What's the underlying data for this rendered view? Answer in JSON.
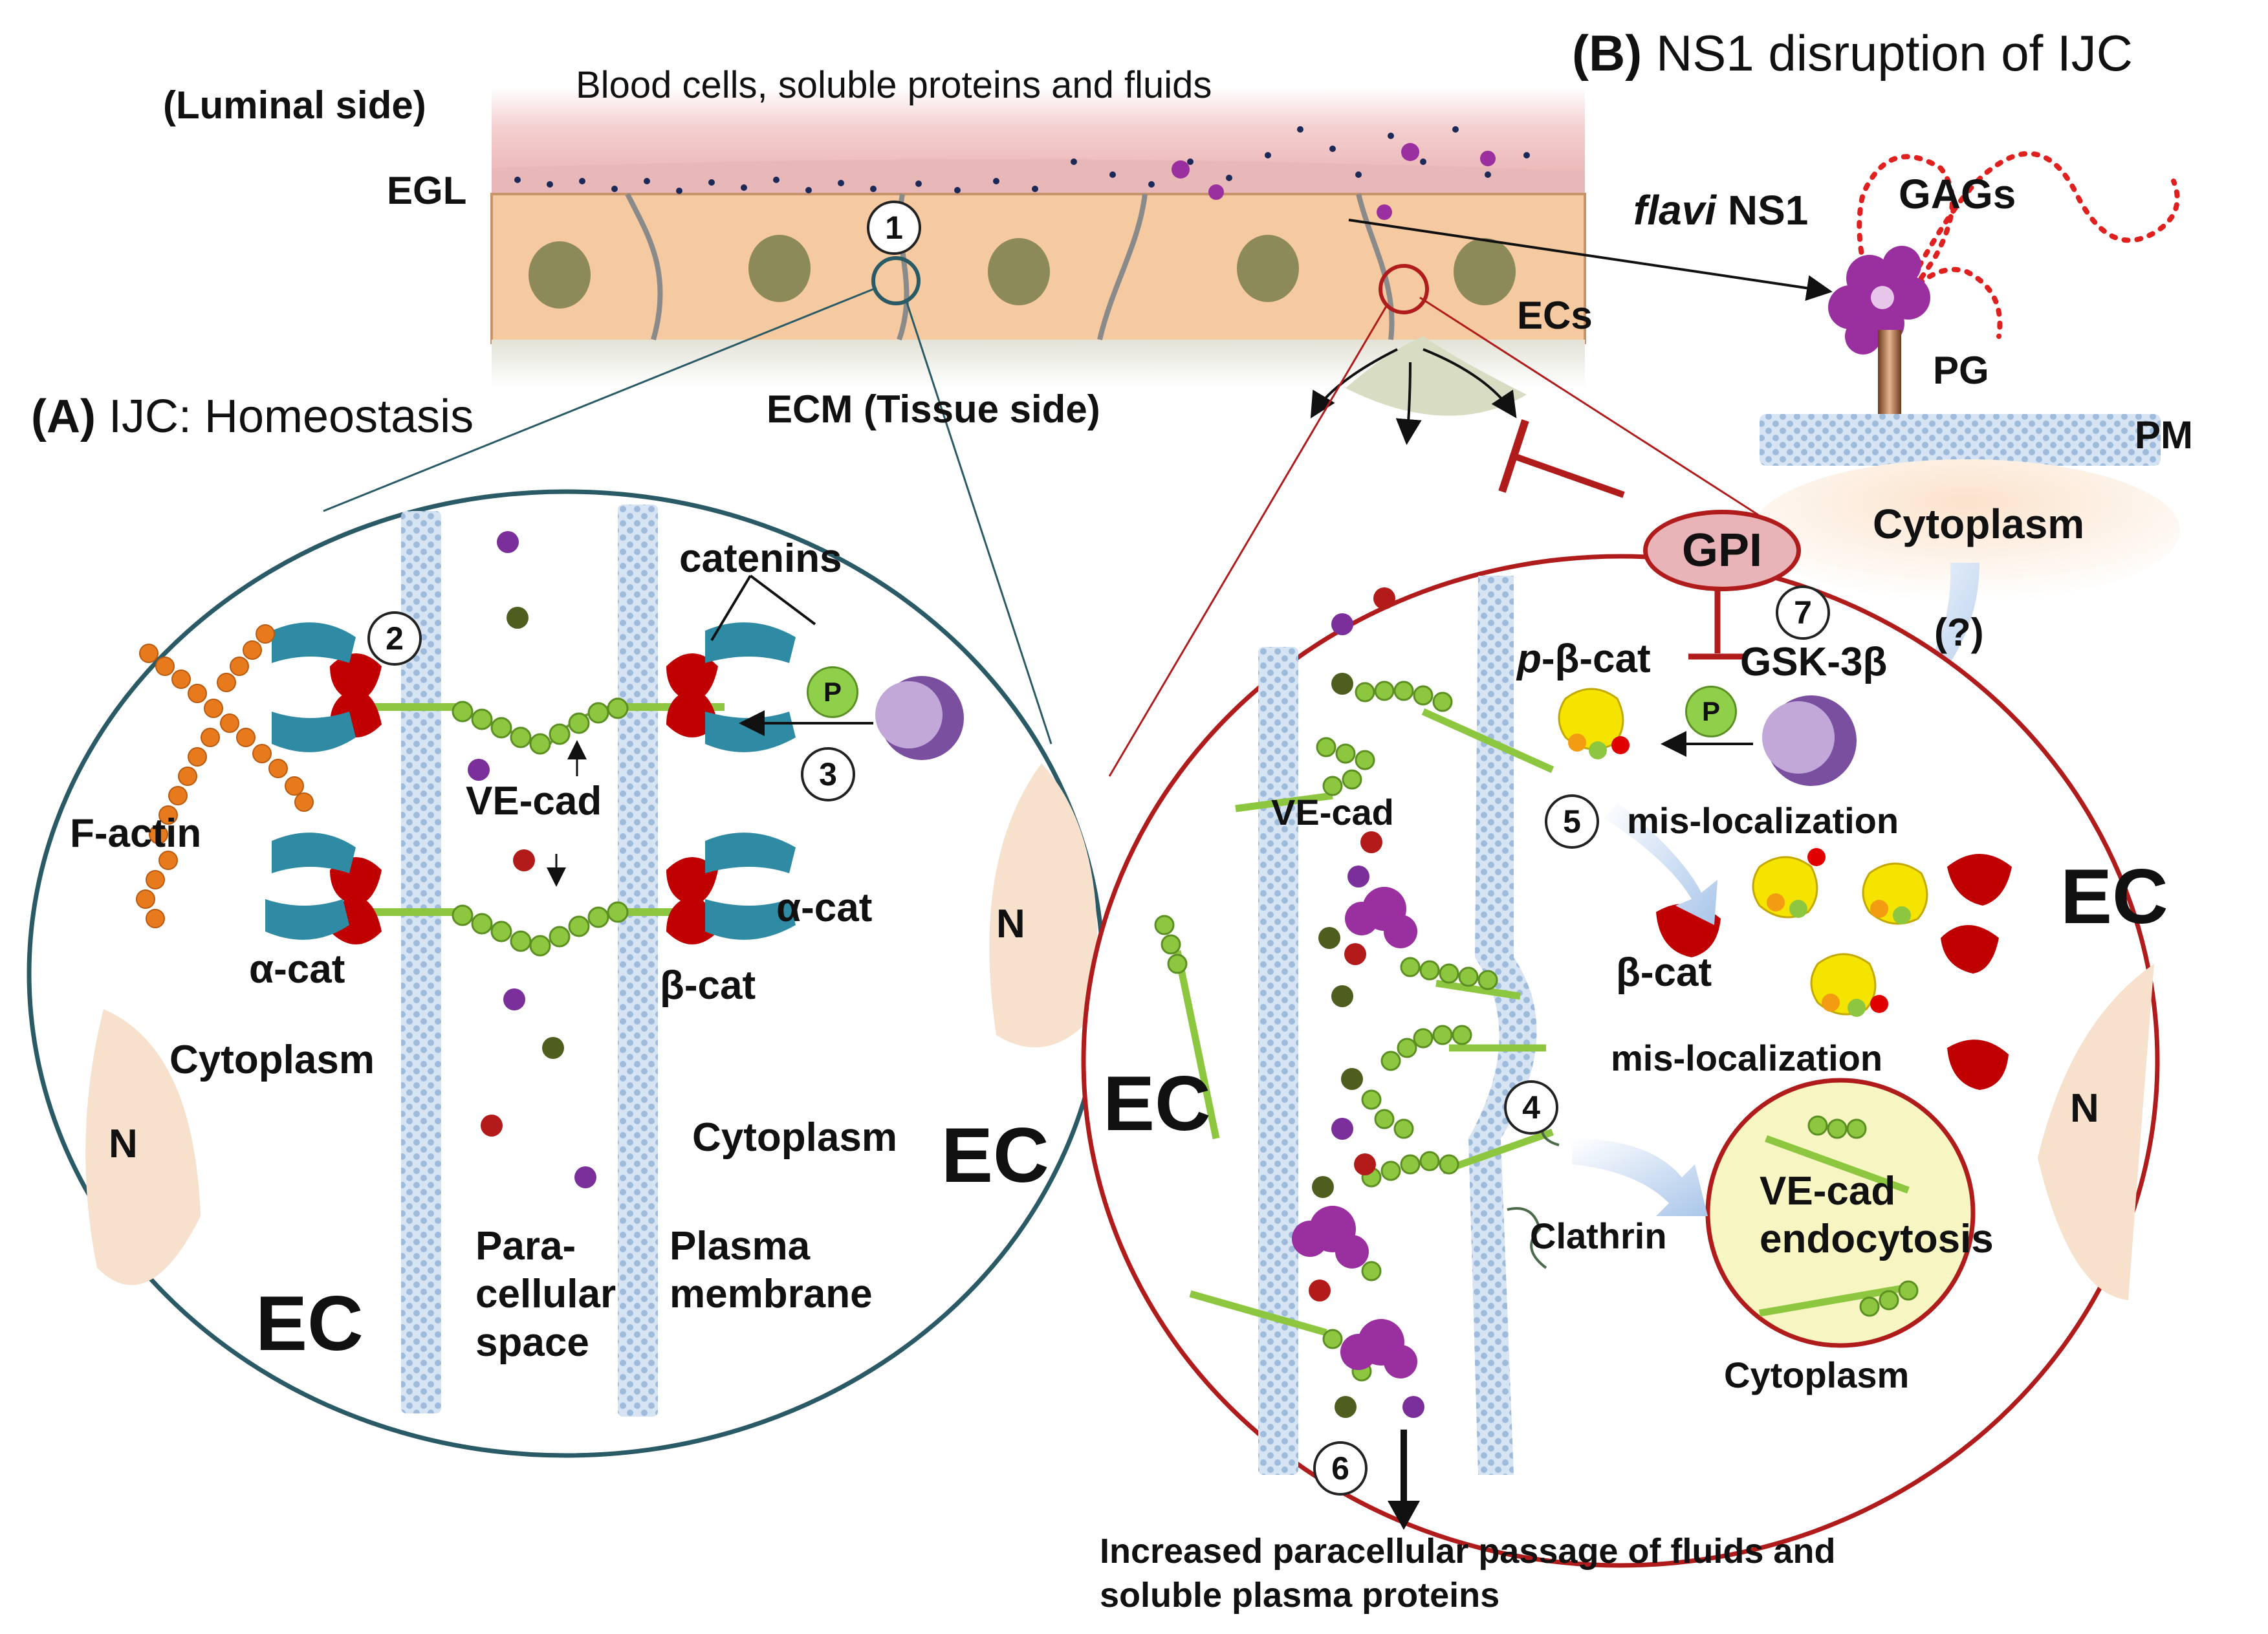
{
  "top": {
    "luminal": "(Luminal side)",
    "blood": "Blood cells, soluble proteins and fluids",
    "egl": "EGL",
    "ecm": "ECM (Tissue side)",
    "ecs": "ECs"
  },
  "panel_a": {
    "letter": "(A)",
    "title": "IJC: Homeostasis",
    "catenins": "catenins",
    "f_actin": "F-actin",
    "ve_cad": "VE-cad",
    "alpha_cat_left": "α-cat",
    "alpha_cat_right": "α-cat",
    "beta_cat": "β-cat",
    "cytoplasm_left": "Cytoplasm",
    "cytoplasm_right": "Cytoplasm",
    "n_left": "N",
    "n_right": "N",
    "ec_left": "EC",
    "ec_right": "EC",
    "paracellular": [
      "Para-",
      "cellular",
      "space"
    ],
    "plasma_membrane": [
      "Plasma",
      "membrane"
    ],
    "p": "P"
  },
  "panel_b": {
    "letter": "(B)",
    "title": "NS1 disruption of IJC",
    "flavi": "flavi",
    "ns1": " NS1",
    "gags": "GAGs",
    "pg": "PG",
    "pm": "PM",
    "cytoplasm_top": "Cytoplasm",
    "question": "(?)",
    "gpi": "GPI",
    "p_beta_cat_p": "p",
    "p_beta_cat": "-β-cat",
    "gsk": "GSK-3β",
    "ve_cad": "VE-cad",
    "mis_loc_1": "mis-localization",
    "mis_loc_2": "mis-localization",
    "beta_cat": "β-cat",
    "ec_right": "EC",
    "ec_left": "EC",
    "n": "N",
    "clathrin": "Clathrin",
    "endocytosis": [
      "VE-cad",
      "endocytosis"
    ],
    "cytoplasm_bottom": "Cytoplasm",
    "p": "P"
  },
  "numbers": [
    "1",
    "2",
    "3",
    "4",
    "5",
    "6",
    "7"
  ],
  "bottom_caption": [
    "Increased paracellular passage of fluids and",
    "soluble plasma proteins"
  ],
  "colors": {
    "blood_layer": "#efc4c4",
    "cell_fill": "#f6caa0",
    "nucleus": "#8d8a5a",
    "panel_a_border": "#2a5a66",
    "panel_b_border": "#b01c1c",
    "membrane": "#aec5e0",
    "ve_cad": "#8dc63f",
    "alpha_cat": "#2e8ba3",
    "beta_cat": "#c00000",
    "f_actin": "#e87a1e",
    "gsk": "#7a4fa0",
    "p_beta_cat": "#f5e400",
    "endosome": "#f7f6c3",
    "ns1": "#9a2fa0"
  }
}
